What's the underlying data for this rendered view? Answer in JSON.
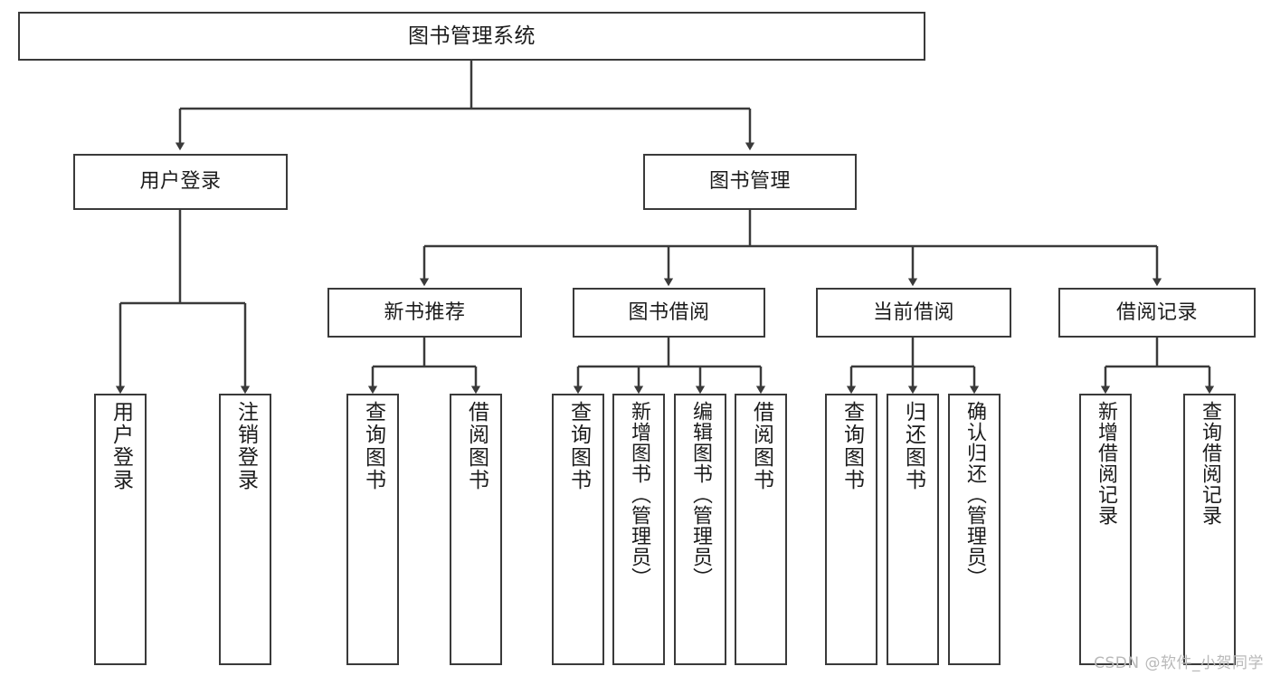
{
  "diagram": {
    "title": "图书管理系统",
    "type": "tree-hierarchy-chart",
    "root": {
      "label": "图书管理系统"
    },
    "level2": [
      {
        "label": "用户登录"
      },
      {
        "label": "图书管理"
      }
    ],
    "level3": [
      {
        "label": "新书推荐"
      },
      {
        "label": "图书借阅"
      },
      {
        "label": "当前借阅"
      },
      {
        "label": "借阅记录"
      }
    ],
    "leaves": {
      "user_login": [
        {
          "label": "用户登录"
        },
        {
          "label": "注销登录"
        }
      ],
      "new_book_recommend": [
        {
          "label": "查询图书"
        },
        {
          "label": "借阅图书"
        }
      ],
      "book_borrow": [
        {
          "label": "查询图书"
        },
        {
          "label": "新增图书（管理员）"
        },
        {
          "label": "编辑图书（管理员）"
        },
        {
          "label": "借阅图书"
        }
      ],
      "current_borrow": [
        {
          "label": "查询图书"
        },
        {
          "label": "归还图书"
        },
        {
          "label": "确认归还（管理员）"
        }
      ],
      "borrow_record": [
        {
          "label": "新增借阅记录"
        },
        {
          "label": "查询借阅记录"
        }
      ]
    }
  },
  "watermark": {
    "text": "CSDN @软件_小贺同学"
  },
  "colors": {
    "stroke": "#3a3a3a",
    "fill": "#ffffff",
    "text": "#1c1c1c",
    "watermark": "#b9b9b9"
  }
}
